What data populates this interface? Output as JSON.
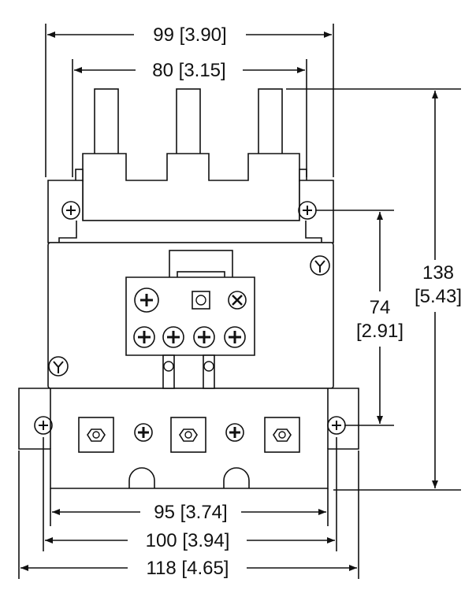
{
  "dimensions": {
    "overall_top_width": "99 [3.90]",
    "terminal_spacing": "80 [3.15]",
    "total_height_mm": "138",
    "total_height_in": "[5.43]",
    "mount_spacing_mm": "74",
    "mount_spacing_in": "[2.91]",
    "base_inner_width": "95 [3.74]",
    "base_mount_width": "100 [3.94]",
    "base_overall_width": "118 [4.65]"
  },
  "colors": {
    "line": "#111111",
    "background": "#ffffff"
  }
}
